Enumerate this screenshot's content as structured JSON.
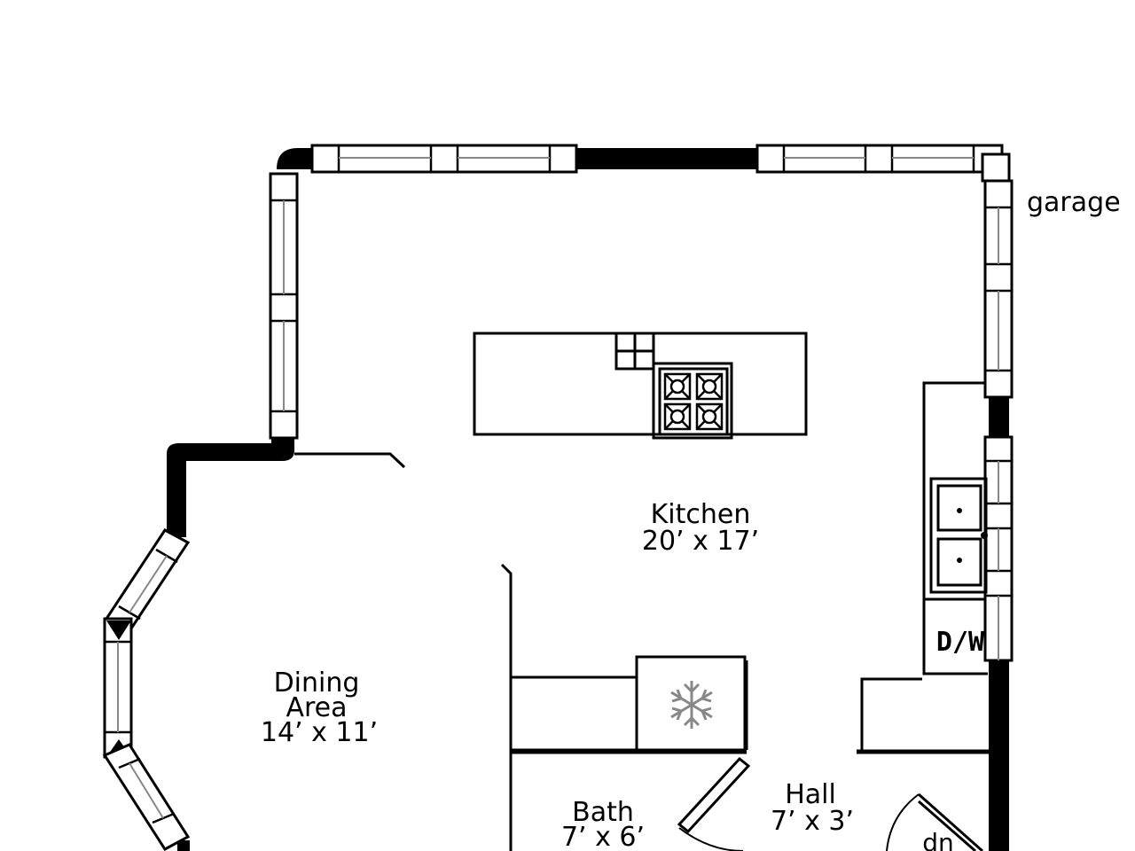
{
  "labels": {
    "garage": "garage",
    "kitchen_name": "Kitchen",
    "kitchen_size": "20’ x 17’",
    "dining_name_line1": "Dining",
    "dining_name_line2": "Area",
    "dining_size": "14’ x 11’",
    "bath_name": "Bath",
    "bath_size": "7’ x 6’",
    "hall_name": "Hall",
    "hall_size": "7’ x 3’",
    "dishwasher": "D/W",
    "stairs": "dn"
  },
  "icons": {
    "cooktop": "cooktop-icon",
    "sink": "double-sink-icon",
    "fridge": "snowflake-icon"
  }
}
